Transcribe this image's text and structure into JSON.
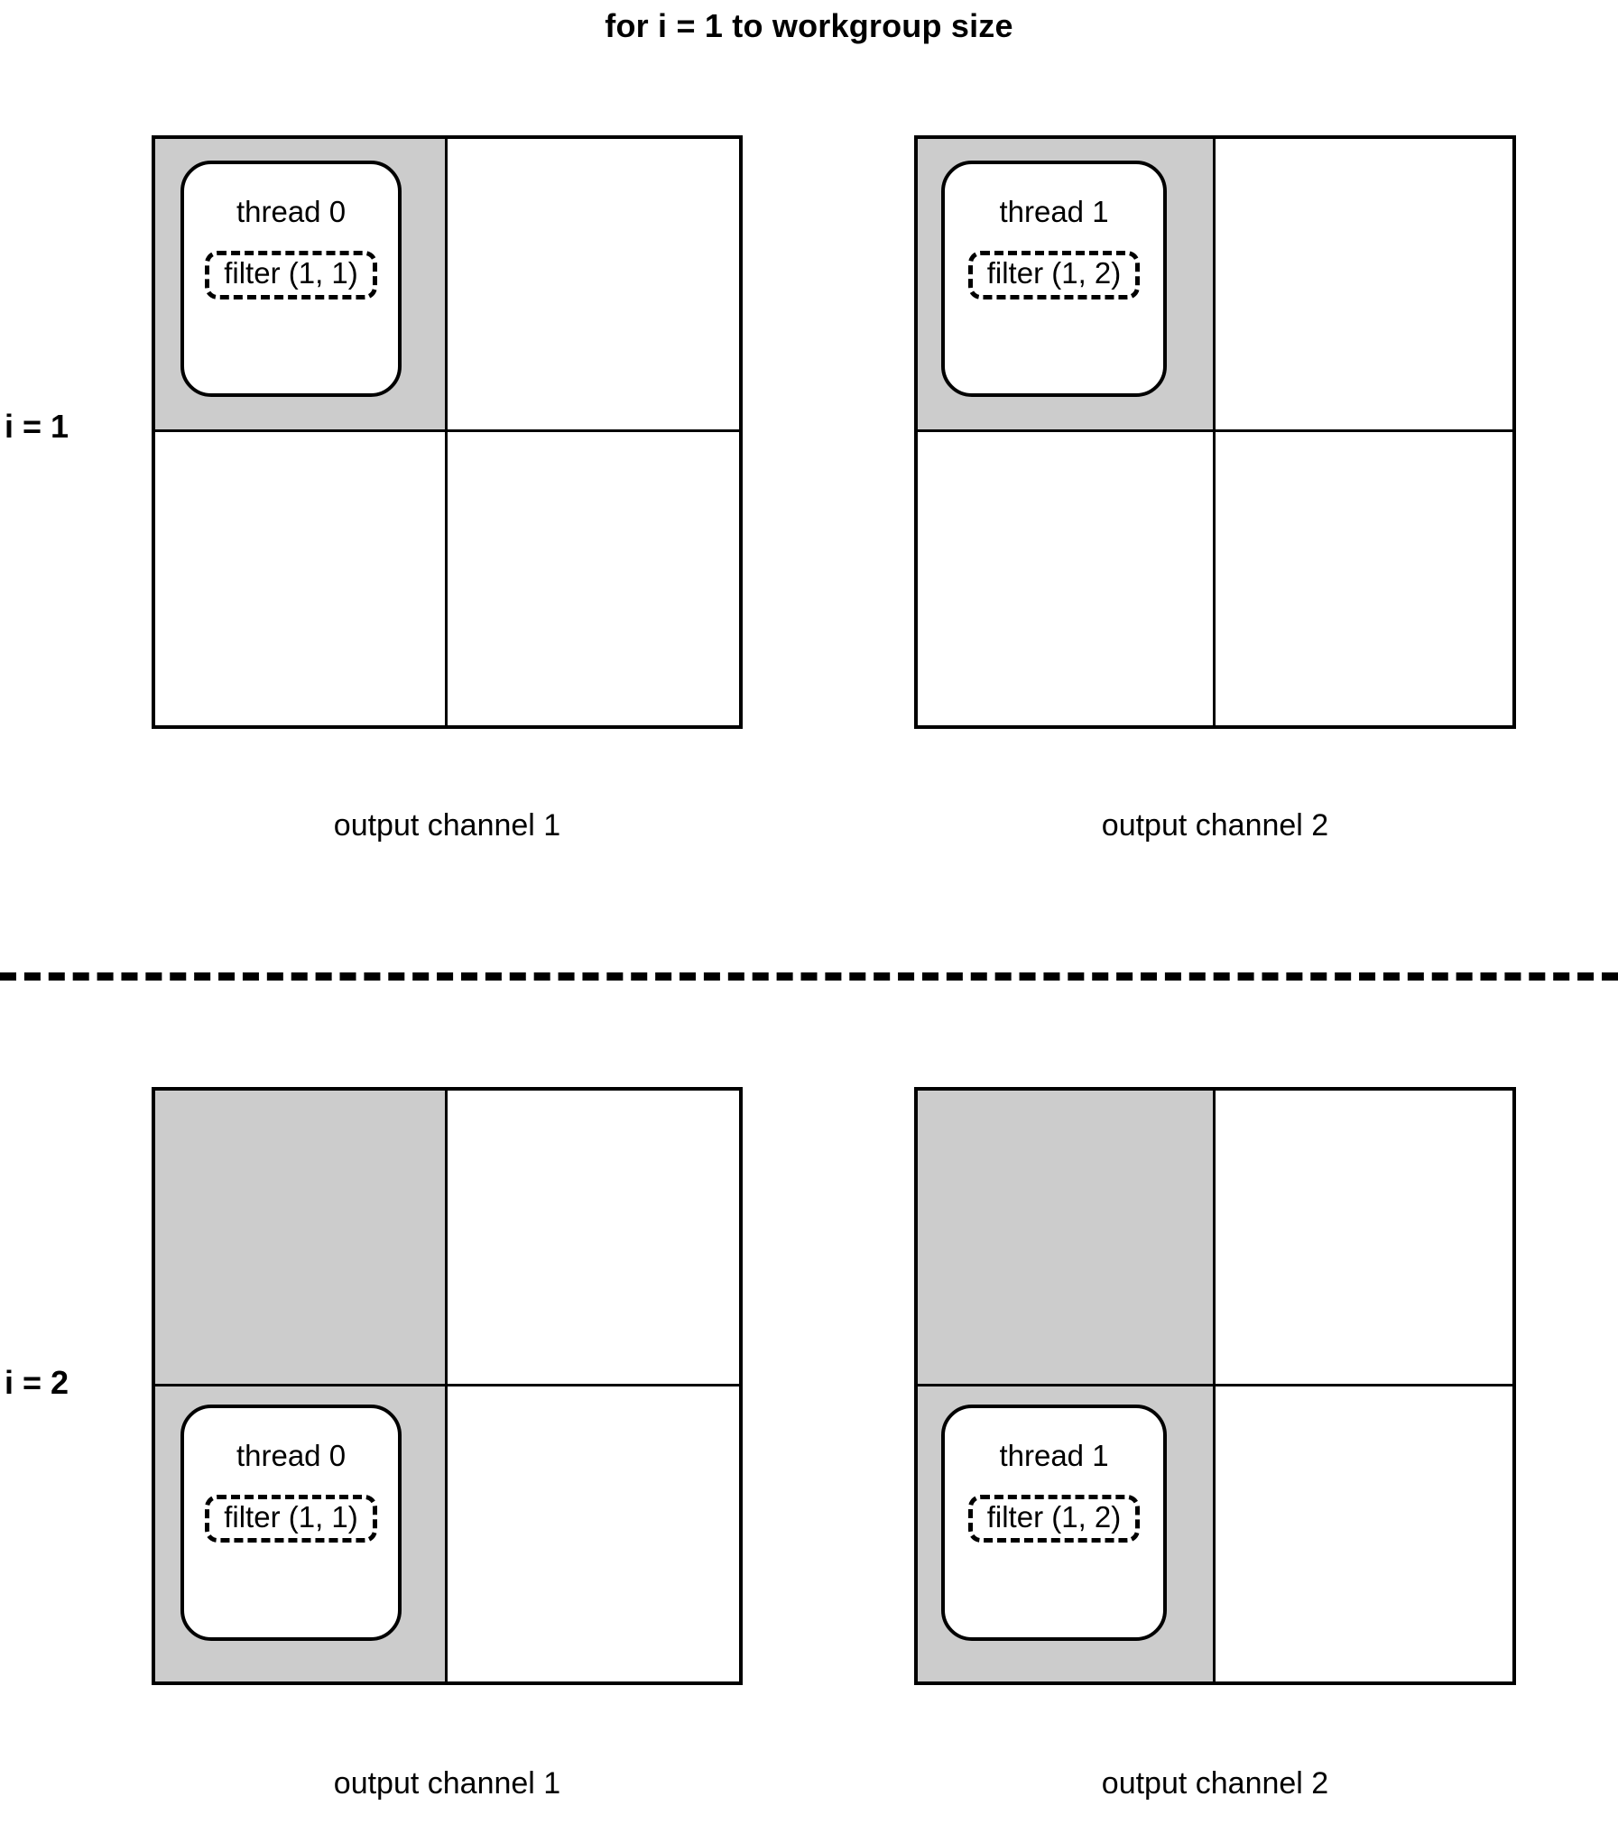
{
  "title": "for i = 1 to workgroup size",
  "colors": {
    "active_cell": "#CCCCCC",
    "inactive_cell": "#FFFFFF",
    "stroke": "#000000"
  },
  "sections": [
    {
      "iteration_label": "i = 1",
      "grids": [
        {
          "caption": "output channel 1",
          "cells": [
            {
              "position": "top-left",
              "state": "active",
              "thread": "thread 0",
              "filter": "filter (1, 1)"
            },
            {
              "position": "top-right",
              "state": "inactive",
              "thread": null,
              "filter": null
            },
            {
              "position": "bottom-left",
              "state": "inactive",
              "thread": null,
              "filter": null
            },
            {
              "position": "bottom-right",
              "state": "inactive",
              "thread": null,
              "filter": null
            }
          ]
        },
        {
          "caption": "output channel 2",
          "cells": [
            {
              "position": "top-left",
              "state": "active",
              "thread": "thread 1",
              "filter": "filter (1, 2)"
            },
            {
              "position": "top-right",
              "state": "inactive",
              "thread": null,
              "filter": null
            },
            {
              "position": "bottom-left",
              "state": "inactive",
              "thread": null,
              "filter": null
            },
            {
              "position": "bottom-right",
              "state": "inactive",
              "thread": null,
              "filter": null
            }
          ]
        }
      ]
    },
    {
      "iteration_label": "i = 2",
      "grids": [
        {
          "caption": "output channel 1",
          "cells": [
            {
              "position": "top-left",
              "state": "active",
              "thread": null,
              "filter": null
            },
            {
              "position": "top-right",
              "state": "inactive",
              "thread": null,
              "filter": null
            },
            {
              "position": "bottom-left",
              "state": "active",
              "thread": "thread 0",
              "filter": "filter (1, 1)"
            },
            {
              "position": "bottom-right",
              "state": "inactive",
              "thread": null,
              "filter": null
            }
          ]
        },
        {
          "caption": "output channel 2",
          "cells": [
            {
              "position": "top-left",
              "state": "active",
              "thread": null,
              "filter": null
            },
            {
              "position": "top-right",
              "state": "inactive",
              "thread": null,
              "filter": null
            },
            {
              "position": "bottom-left",
              "state": "active",
              "thread": "thread 1",
              "filter": "filter (1, 2)"
            },
            {
              "position": "bottom-right",
              "state": "inactive",
              "thread": null,
              "filter": null
            }
          ]
        }
      ]
    }
  ]
}
